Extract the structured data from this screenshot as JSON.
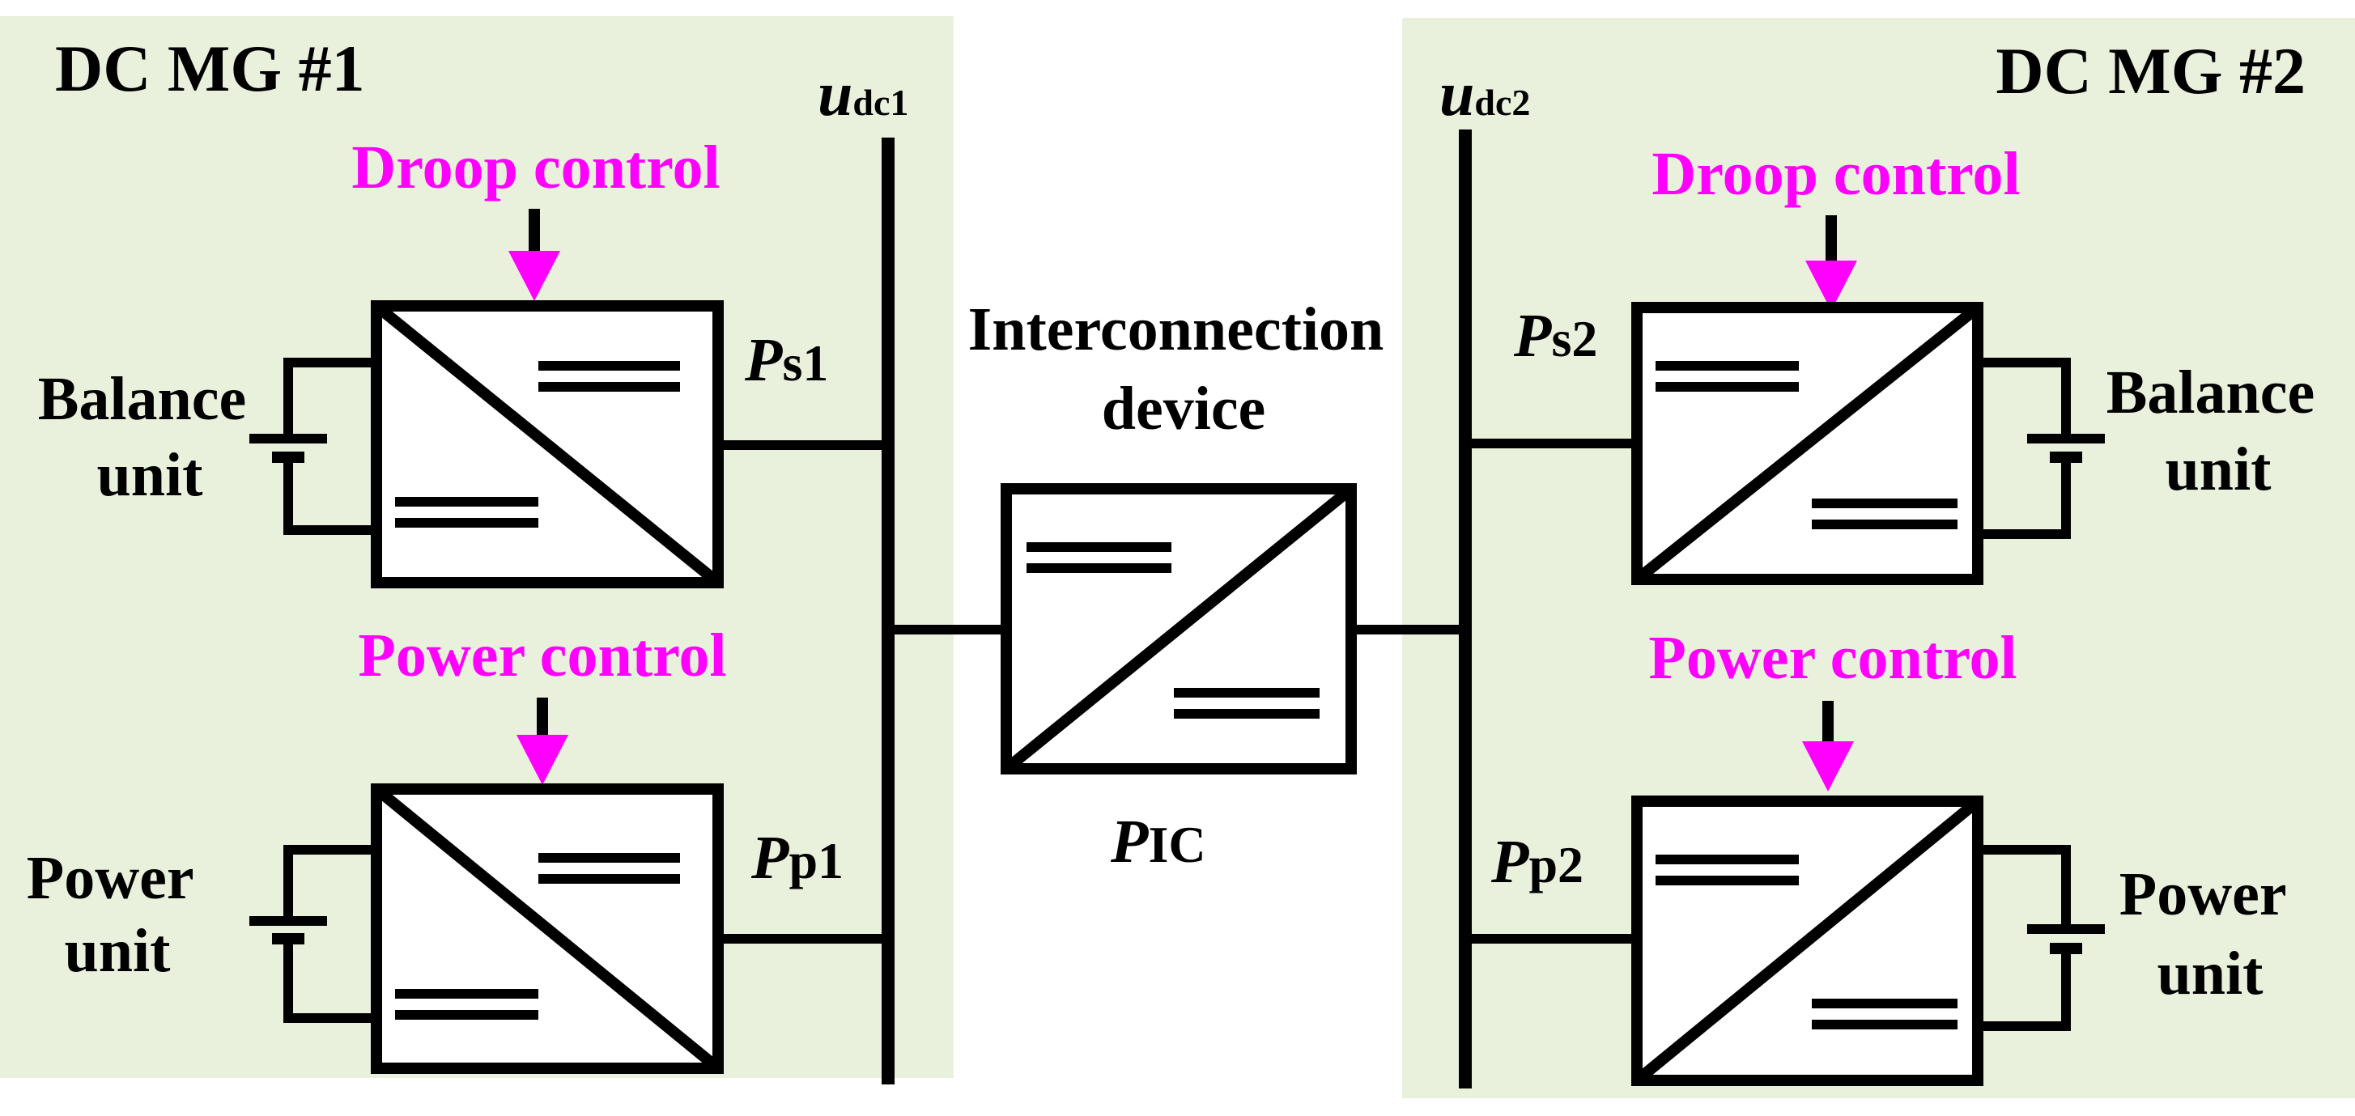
{
  "colors": {
    "panel": "#e9f0dc",
    "line": "#000000",
    "control": "#ff00ff",
    "background": "#ffffff"
  },
  "mg1": {
    "title": "DC MG #1",
    "bus_var": "u",
    "bus_sub": "dc1",
    "droop_label": "Droop control",
    "power_label": "Power control",
    "balance_line1": "Balance",
    "balance_line2": "unit",
    "power_line1": "Power",
    "power_line2": "unit",
    "ps_var": "P",
    "ps_sub": "s1",
    "pp_var": "P",
    "pp_sub": "p1"
  },
  "mg2": {
    "title": "DC MG #2",
    "bus_var": "u",
    "bus_sub": "dc2",
    "droop_label": "Droop control",
    "power_label": "Power control",
    "balance_line1": "Balance",
    "balance_line2": "unit",
    "power_line1": "Power",
    "power_line2": "unit",
    "ps_var": "P",
    "ps_sub": "s2",
    "pp_var": "P",
    "pp_sub": "p2"
  },
  "ic": {
    "label_line1": "Interconnection",
    "label_line2": "device",
    "power_var": "P",
    "power_sub": "IC"
  }
}
